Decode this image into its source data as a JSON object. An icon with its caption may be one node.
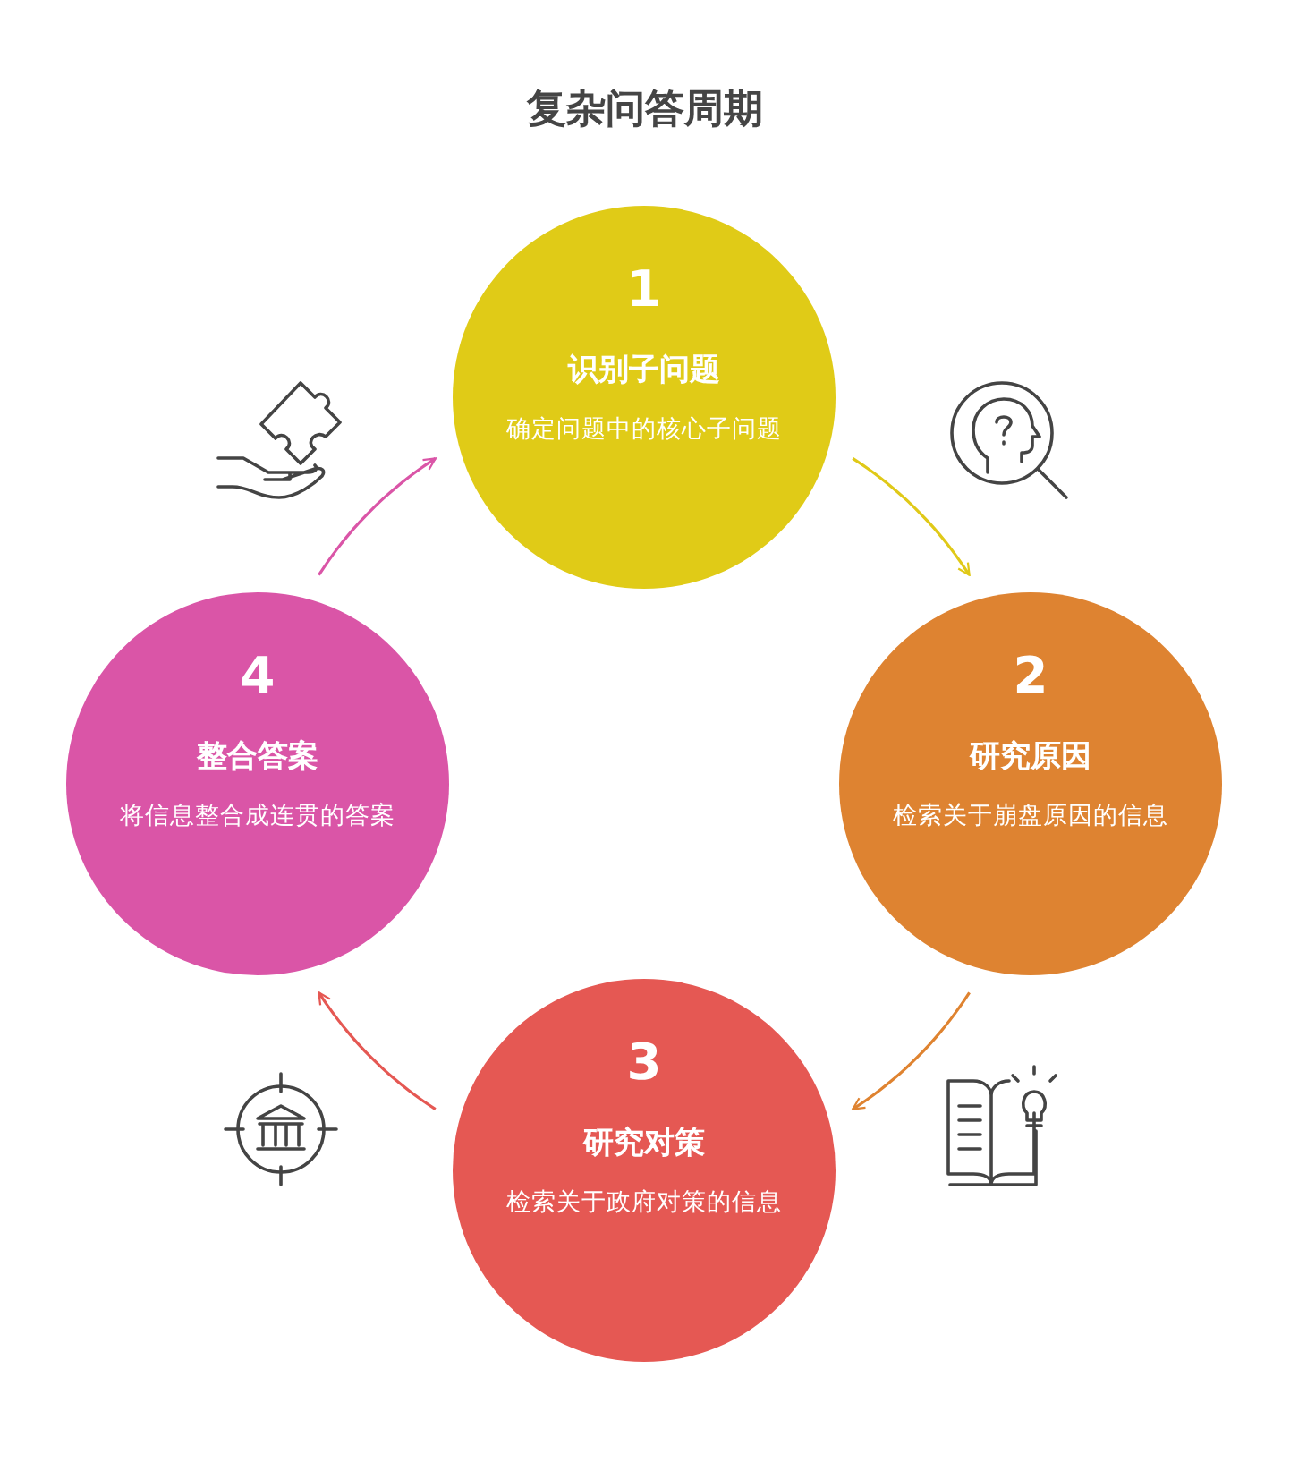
{
  "diagram": {
    "title": "复杂问答周期",
    "nodes": [
      {
        "text": [
          "1",
          "识别子问题",
          "确定问题中的核心子问题"
        ]
      },
      {
        "text": [
          "2",
          "研究原因",
          "检索关于崩盘原因的信息"
        ]
      },
      {
        "text": [
          "3",
          "研究对策",
          "检索关于政府对策的信息"
        ]
      },
      {
        "text": [
          "4",
          "整合答案",
          "将信息整合成连贯的答案"
        ]
      }
    ],
    "edges": [
      {
        "from": 0,
        "to": 1,
        "arrow": "to",
        "color": "#e0c918"
      },
      {
        "from": 1,
        "to": 2,
        "arrow": "to",
        "color": "#df8330"
      },
      {
        "from": 2,
        "to": 3,
        "arrow": "to",
        "color": "#e55853"
      },
      {
        "from": 3,
        "to": 0,
        "arrow": "to",
        "color": "#da55a7"
      }
    ]
  }
}
